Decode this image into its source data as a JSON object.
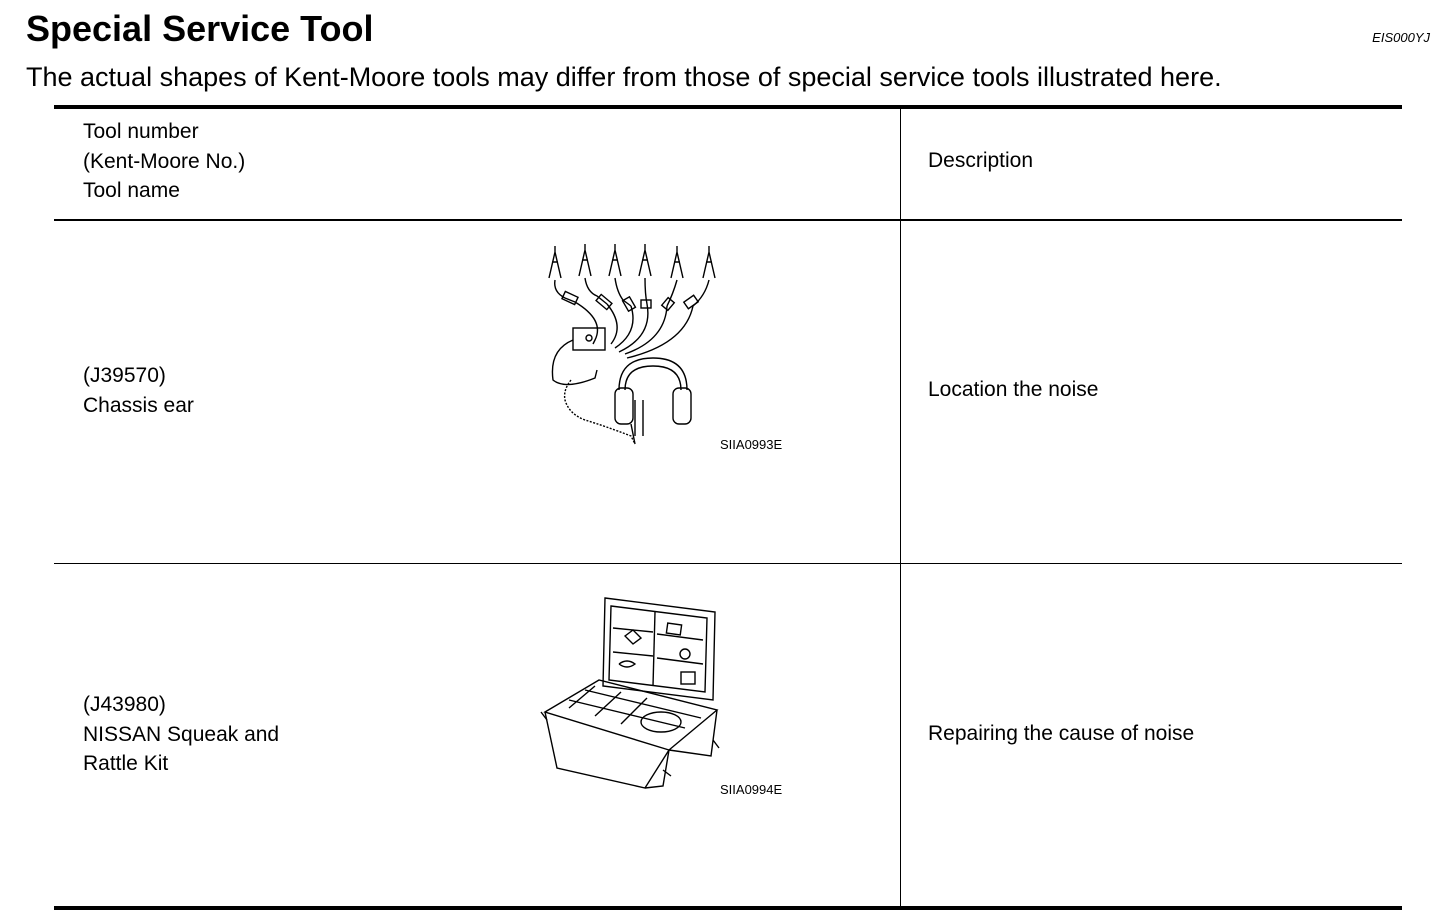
{
  "header": {
    "title": "Special Service Tool",
    "code": "EIS000YJ",
    "subtitle": "The actual shapes of Kent-Moore tools may differ from those of special service tools illustrated here."
  },
  "table": {
    "columns": {
      "tool_line1": "Tool number",
      "tool_line2": "(Kent-Moore No.)",
      "tool_line3": "Tool name",
      "description": "Description"
    },
    "rows": [
      {
        "number": "(J39570)",
        "name": "Chassis ear",
        "figure_code": "SIIA0993E",
        "description": "Location the noise"
      },
      {
        "number": "(J43980)",
        "name_line1": "NISSAN Squeak and",
        "name_line2": "Rattle Kit",
        "figure_code": "SIIA0994E",
        "description": "Repairing the cause of noise"
      }
    ]
  }
}
